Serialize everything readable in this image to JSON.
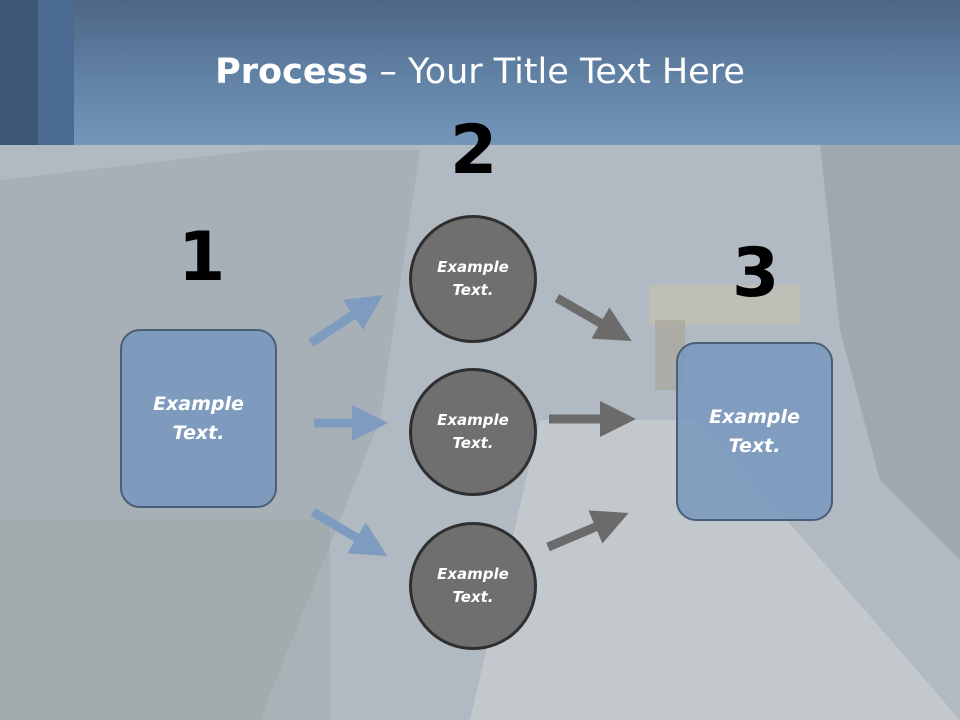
{
  "title": {
    "bold": "Process",
    "rest": " – Your Title Text Here"
  },
  "steps": [
    {
      "number": "1",
      "label_line1": "Example",
      "label_line2": "Text."
    },
    {
      "number": "2"
    },
    {
      "number": "3",
      "label_line1": "Example",
      "label_line2": "Text."
    }
  ],
  "circles": [
    {
      "label_line1": "Example",
      "label_line2": "Text."
    },
    {
      "label_line1": "Example",
      "label_line2": "Text."
    },
    {
      "label_line1": "Example",
      "label_line2": "Text."
    }
  ],
  "colors": {
    "header": "#6283a6",
    "box_fill": "#7998be",
    "circle_fill": "#6f6f6f",
    "blue_arrow": "#7d9cc0",
    "gray_arrow": "#6b6b6b"
  }
}
